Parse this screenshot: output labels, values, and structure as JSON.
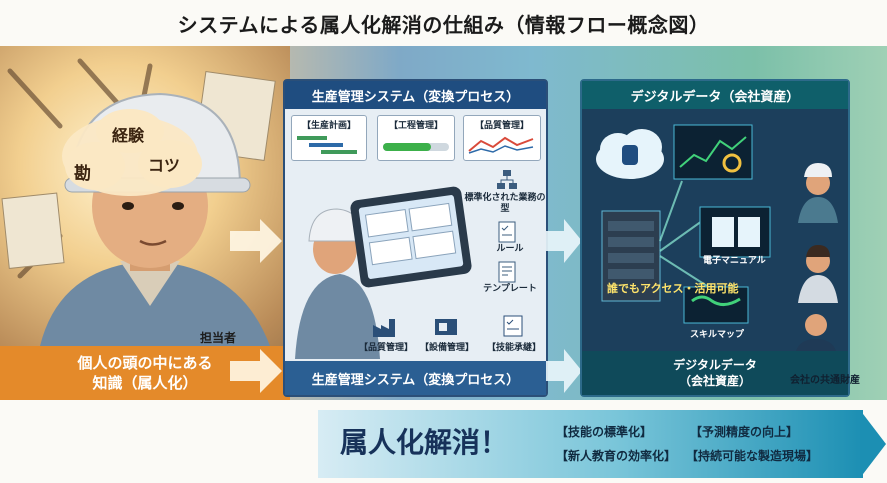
{
  "title": "システムによる属人化解消の仕組み（情報フロー概念図）",
  "left": {
    "bubbles": [
      "経験",
      "勘",
      "コツ"
    ],
    "person_label": "担当者",
    "caption_line1": "個人の頭の中にある",
    "caption_line2": "知識（属人化）"
  },
  "center": {
    "header": "生産管理システム（変換プロセス）",
    "cards": [
      "【生産計画】",
      "【工程管理】",
      "【品質管理】",
      "【品質管理】",
      "【設備管理】",
      "【技能承継】"
    ],
    "side_items": [
      "標準化された業務の型",
      "ルール",
      "テンプレート"
    ],
    "footer": "生産管理システム（変換プロセス）"
  },
  "right": {
    "header": "デジタルデータ（会社資産）",
    "labels": [
      "電子マニュアル",
      "スキルマップ"
    ],
    "access": "誰でもアクセス・活用可能",
    "footer_line1": "デジタルデータ",
    "footer_line2": "（会社資産）",
    "common_asset": "会社の共通財産"
  },
  "bottom": {
    "slogan": "属人化解消！",
    "benefits": [
      "【技能の標準化】",
      "【予測精度の向上】",
      "【新人教育の効率化】",
      "【持続可能な製造現場】"
    ]
  },
  "colors": {
    "accent_orange": "#e48a2a",
    "system_blue": "#1f4d80",
    "data_teal": "#0f5f6a",
    "banner_blue": "#1c8fb3"
  }
}
